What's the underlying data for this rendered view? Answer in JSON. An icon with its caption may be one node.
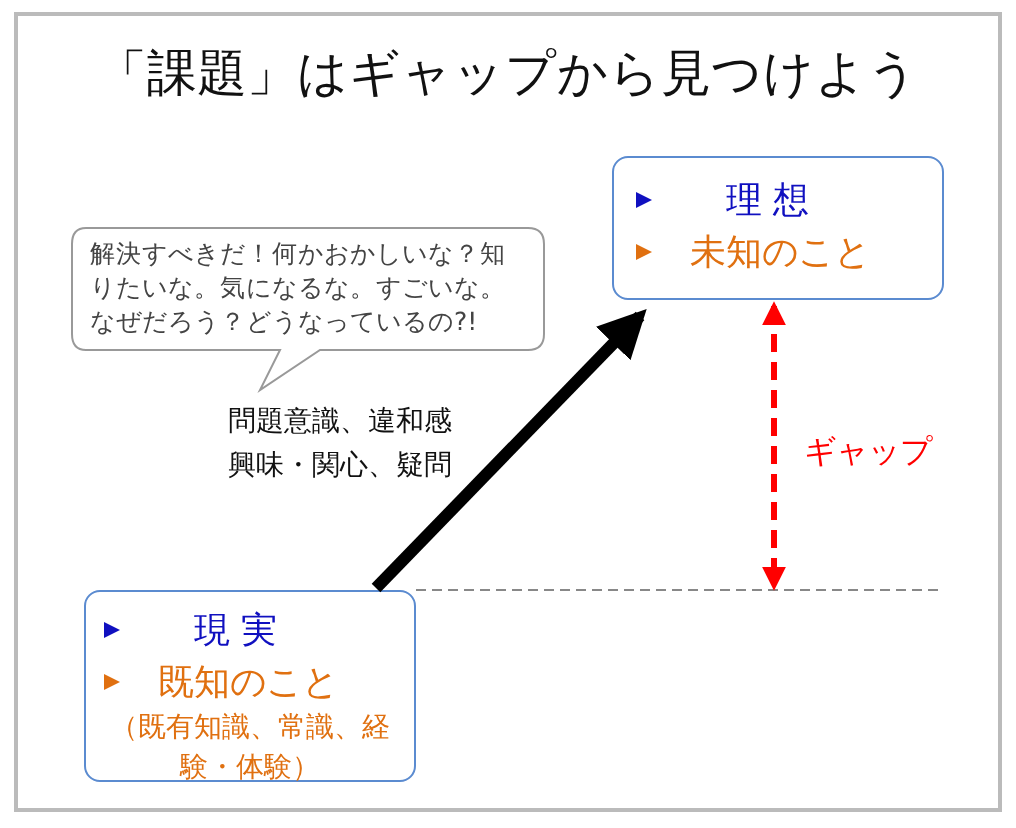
{
  "diagram": {
    "title": "「課題」はギャップから見つけよう",
    "nodes": [
      {
        "text": [
          "理 想",
          "未知のこと"
        ]
      },
      {
        "text": [
          "現 実",
          "既知のこと",
          "（既有知識、常識、経験・体験）"
        ]
      },
      {
        "text": [
          "解決すべきだ！何かおかしいな？知りたいな。気になるな。すごいな。なぜだろう？どうなっているの?!"
        ]
      }
    ],
    "edges": [
      {
        "from": 1,
        "to": 0,
        "arrow": "to",
        "style": "thick"
      },
      {
        "from": 0,
        "to": null,
        "arrow": "both",
        "style": "dashed",
        "color": "#ff0000",
        "label": "ギャップ"
      }
    ],
    "labels": [
      "問題意識、違和感興味・関心、疑問"
    ]
  }
}
